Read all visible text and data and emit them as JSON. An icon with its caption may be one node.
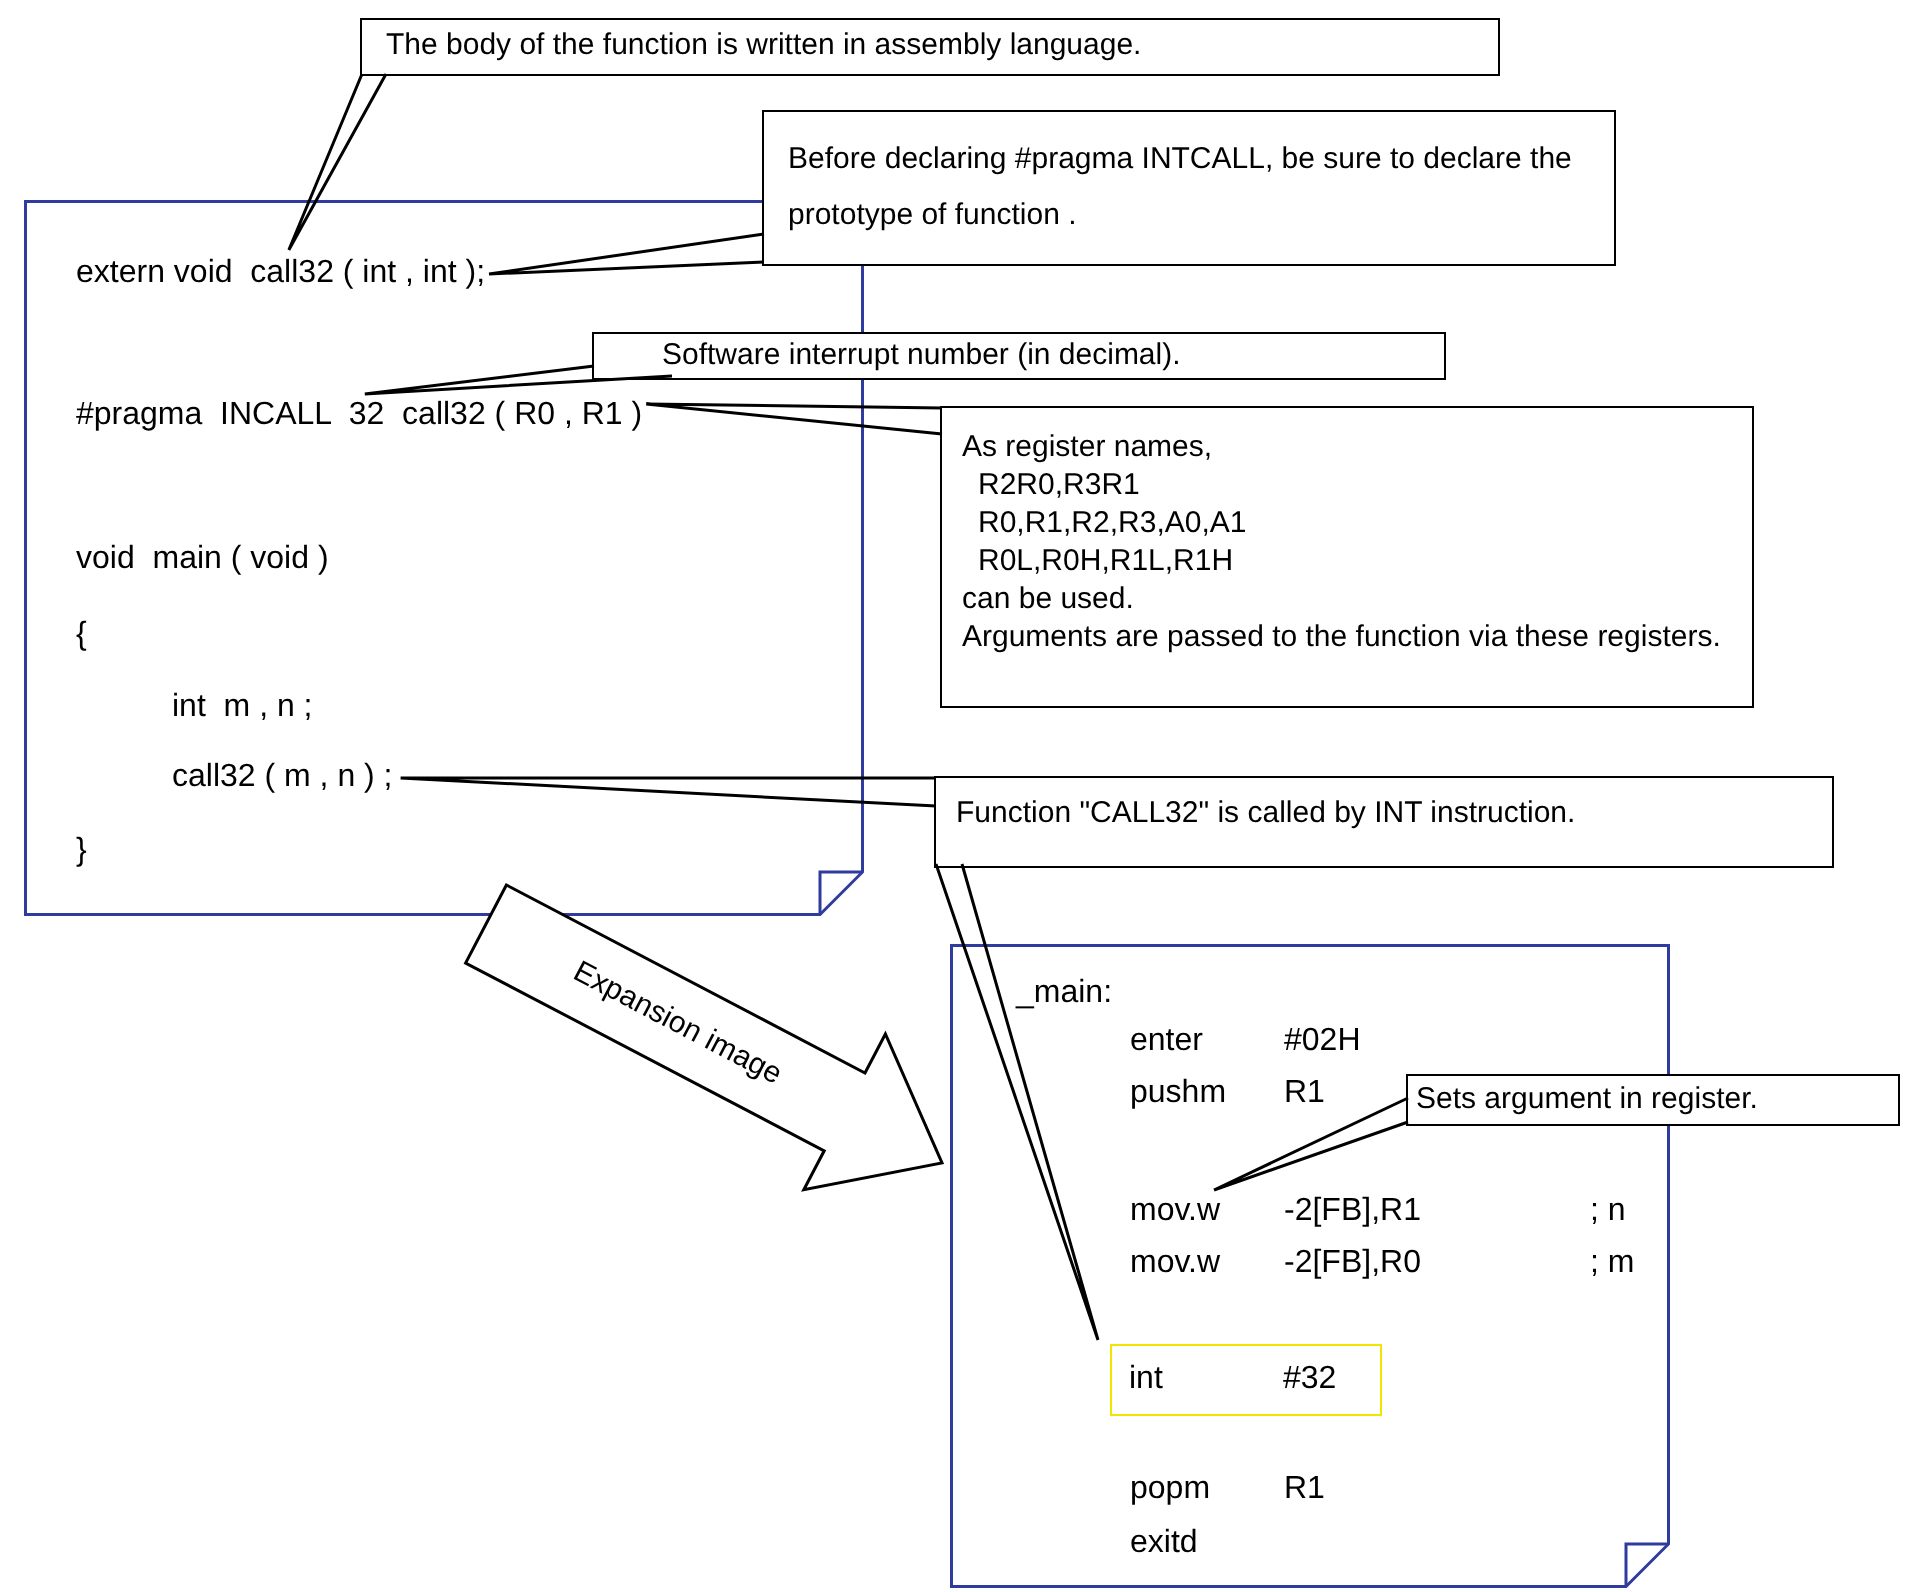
{
  "diagram": {
    "nodes": [
      {
        "text": [
          "void  main ( void )",
          "{",
          "int  m , n ;",
          "}"
        ]
      },
      {
        "text": [
          "extern void  call32 ( int , int );"
        ],
        "in": 0
      },
      {
        "text": [
          "#pragma  INCALL  32  call32 ( R0 , R1 )"
        ],
        "in": 0
      },
      {
        "text": [
          "call32 ( m , n ) ;"
        ],
        "in": 0
      },
      {
        "text": [
          "_main:",
          "enter",
          "#02H",
          "pushm",
          "R1",
          "mov.w",
          "-2[FB],R1",
          "; n",
          "mov.w",
          "-2[FB],R0",
          "; m",
          "popm",
          "R1",
          "exitd"
        ]
      },
      {
        "text": [
          "int",
          "#32"
        ],
        "in": 4
      },
      {
        "text": [
          "The body of the function is written in assembly language."
        ]
      },
      {
        "text": [
          "Before declaring #pragma INTCALL, be sure to declare the prototype of function ."
        ]
      },
      {
        "text": [
          "Software interrupt number (in decimal)."
        ]
      },
      {
        "text": [
          "As register names,",
          "R2R0,R3R1",
          "R0,R1,R2,R3,A0,A1",
          "R0L,R0H,R1L,R1H",
          "can be used.",
          "Arguments are passed to the function via these registers."
        ]
      },
      {
        "text": [
          "Function \"CALL32\" is called by INT instruction."
        ]
      },
      {
        "text": [
          "Sets argument in register."
        ]
      }
    ],
    "edges": [
      {
        "from": 6,
        "to": 1,
        "arrow": "none"
      },
      {
        "from": 7,
        "to": 1,
        "arrow": "none"
      },
      {
        "from": 8,
        "to": 2,
        "arrow": "none"
      },
      {
        "from": 9,
        "to": 2,
        "arrow": "none"
      },
      {
        "from": 10,
        "to": 3,
        "arrow": "none"
      },
      {
        "from": 10,
        "to": 5,
        "arrow": "none"
      },
      {
        "from": 11,
        "to": null,
        "arrow": "none"
      },
      {
        "from": 0,
        "to": 4,
        "arrow": "to",
        "label": "Expansion image"
      }
    ]
  }
}
